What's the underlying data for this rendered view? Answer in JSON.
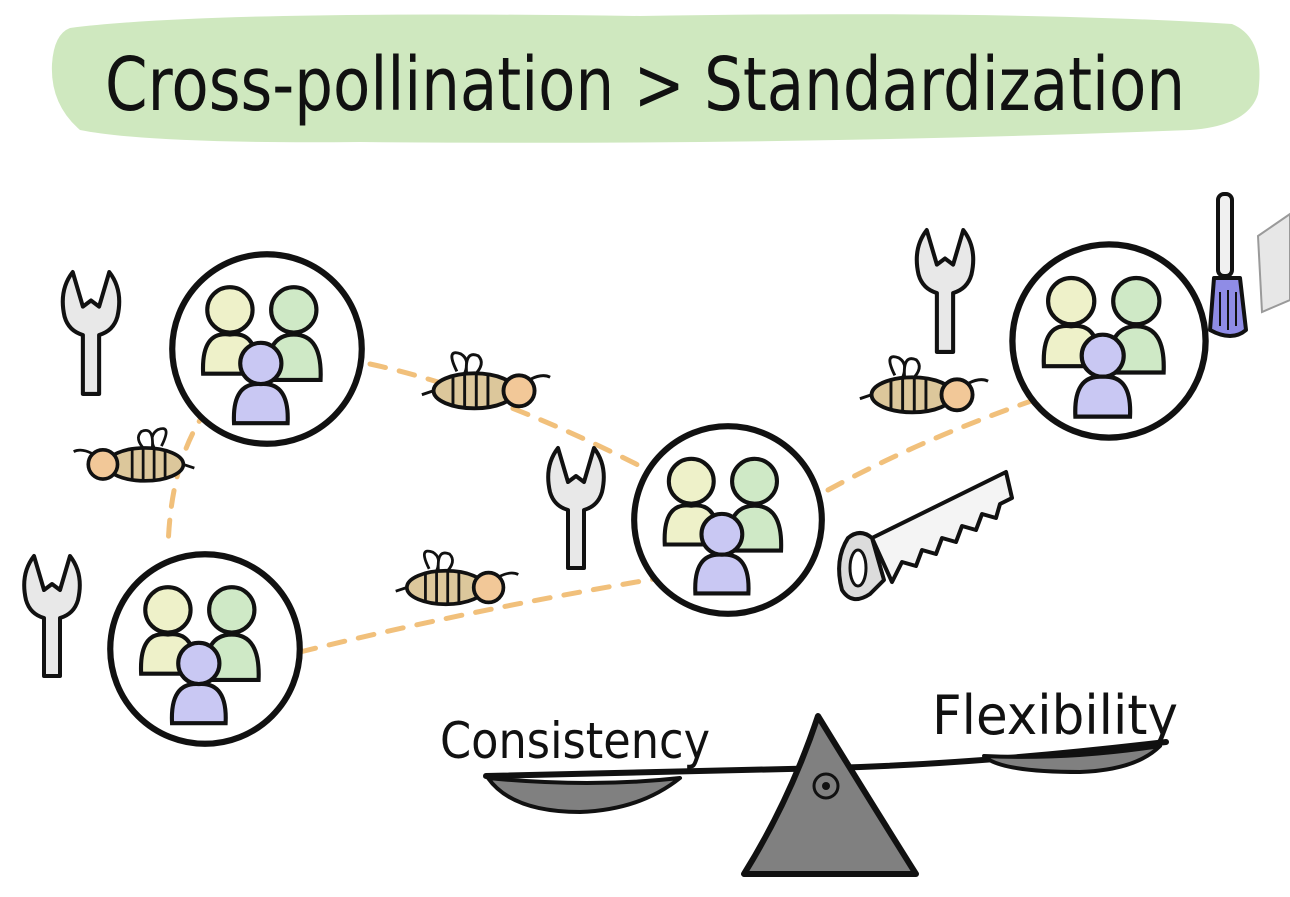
{
  "title": {
    "text": "Cross-pollination > Standardization"
  },
  "balance": {
    "left_label": "Consistency",
    "right_label": "Flexibility"
  },
  "colors": {
    "banner": "#cfe8bf",
    "person_yellow": "#eef1c9",
    "person_green": "#cfe9c6",
    "person_purple": "#c9c8f3",
    "tool_gray": "#e8e8e8",
    "bee_body": "#dcc79b",
    "bee_head": "#f2c898",
    "path_dash": "#f1c07b",
    "scale_gray": "#808080"
  },
  "icons": {
    "team": "team-icon",
    "wrench": "wrench-icon",
    "bee": "bee-icon",
    "saw": "saw-icon",
    "screwdriver": "screwdriver-icon",
    "scale": "balance-scale-icon"
  }
}
